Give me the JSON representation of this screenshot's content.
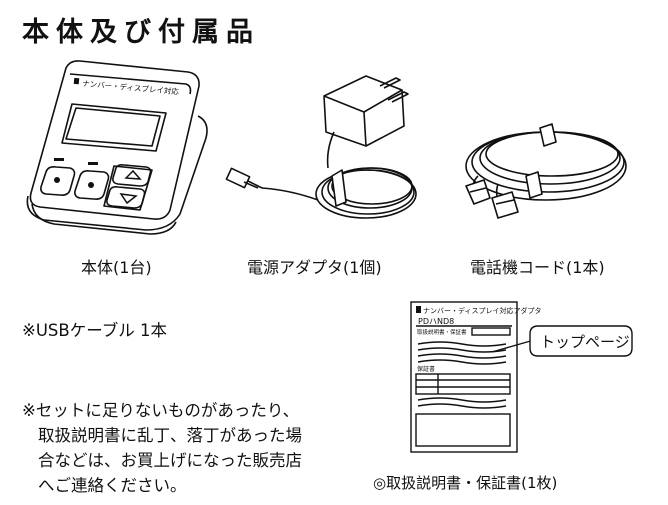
{
  "page": {
    "title": "本体及び付属品"
  },
  "items": {
    "main_unit": {
      "caption": "本体(1台)",
      "device_label": "ナンバー・ディスプレイ対応"
    },
    "ac_adapter": {
      "caption": "電源アダプタ(1個)"
    },
    "phone_cord": {
      "caption": "電話機コード(1本)"
    },
    "manual": {
      "caption": "◎取扱説明書・保証書(1枚)",
      "callout": "トップページ",
      "cover_title": "ナンバー・ディスプレイ対応アダプタ",
      "model": "PDハND8",
      "subtitle": "取扱説明書・保証書",
      "warranty_heading": "保証書"
    }
  },
  "notes": {
    "usb_cable": "※USBケーブル 1本",
    "missing_lines": [
      "※セットに足りないものがあったり、",
      "取扱説明書に乱丁、落丁があった場",
      "合などは、お買上げになった販売店",
      "へご連絡ください。"
    ]
  }
}
